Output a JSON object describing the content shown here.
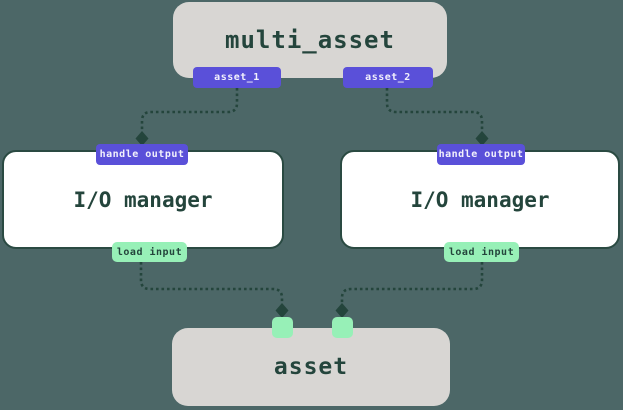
{
  "colors": {
    "background": "#4c6767",
    "node_fill": "#d8d6d3",
    "purple": "#5a50d9",
    "mint": "#97f0b7",
    "dark_green": "#24453c",
    "io_border": "#2a4a42",
    "io_fill": "#ffffff",
    "badge_text_light": "#f2f1fc"
  },
  "nodes": {
    "multi_asset": {
      "label": "multi_asset",
      "outputs": {
        "asset_1": "asset_1",
        "asset_2": "asset_2"
      }
    },
    "io_manager_left": {
      "label": "I/O manager",
      "input_badge": "handle output",
      "output_badge": "load input"
    },
    "io_manager_right": {
      "label": "I/O manager",
      "input_badge": "handle output",
      "output_badge": "load input"
    },
    "asset": {
      "label": "asset"
    }
  },
  "edges": [
    {
      "from": "multi_asset.asset_1",
      "to": "io_manager_left.handle_output",
      "style": "dotted-diamond"
    },
    {
      "from": "multi_asset.asset_2",
      "to": "io_manager_right.handle_output",
      "style": "dotted-diamond"
    },
    {
      "from": "io_manager_left.load_input",
      "to": "asset.input_1",
      "style": "dotted-diamond"
    },
    {
      "from": "io_manager_right.load_input",
      "to": "asset.input_2",
      "style": "dotted-diamond"
    }
  ]
}
